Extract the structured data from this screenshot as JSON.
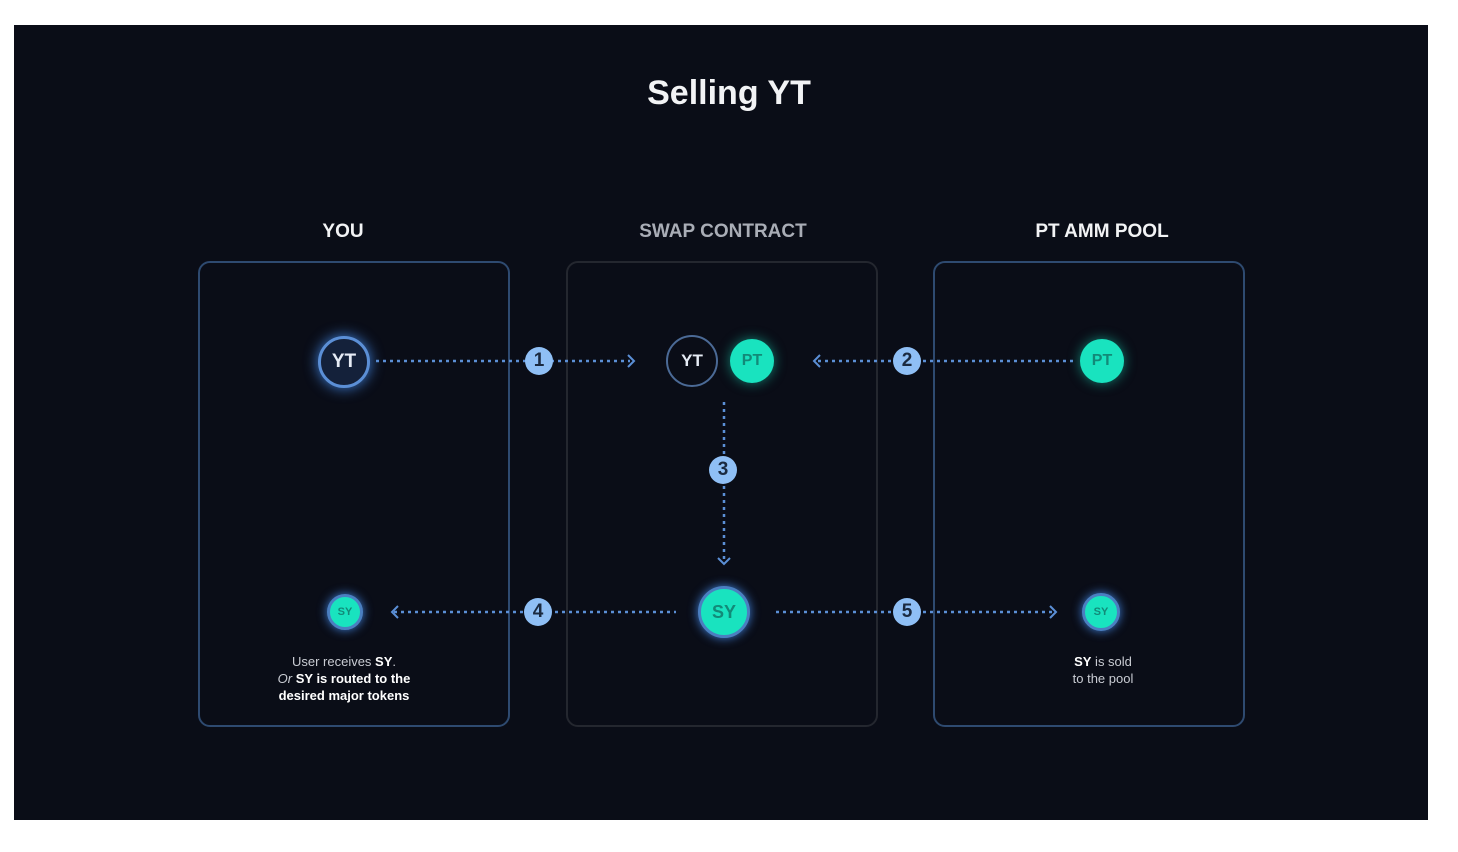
{
  "title": "Selling YT",
  "columns": [
    "YOU",
    "SWAP CONTRACT",
    "PT AMM POOL"
  ],
  "tokens": {
    "yt": "YT",
    "pt": "PT",
    "sy": "SY"
  },
  "steps": [
    "1",
    "2",
    "3",
    "4",
    "5"
  ],
  "notes": {
    "you": {
      "l1a": "User receives ",
      "l1b": "SY",
      "l1c": ".",
      "l2a": "Or ",
      "l2b": "SY is routed to the",
      "l3": "desired major tokens"
    },
    "pool": {
      "l1a": "SY",
      "l1b": " is sold",
      "l2": "to the pool"
    }
  },
  "colors": {
    "background": "#0a0d17",
    "accent": "#19e3bf",
    "blue": "#8fbff5"
  }
}
